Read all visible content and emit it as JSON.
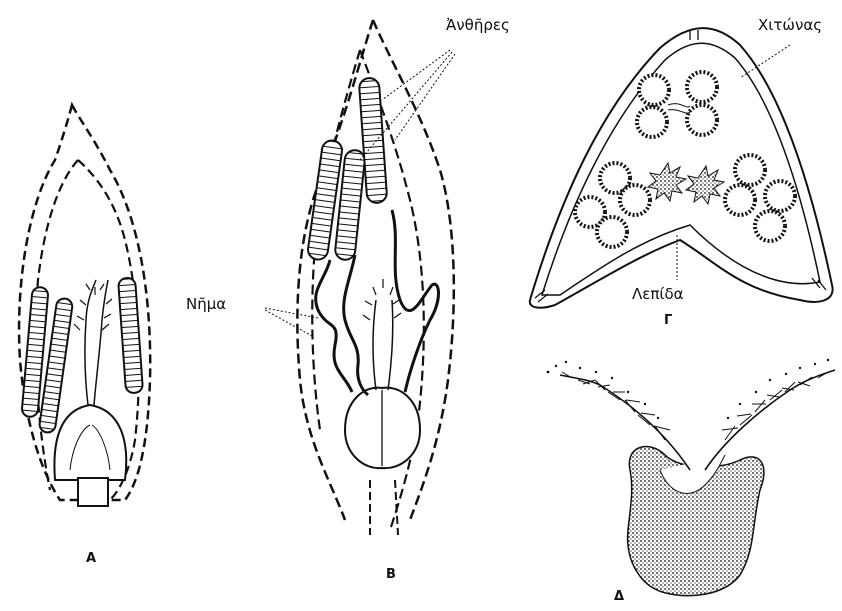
{
  "labels": {
    "anthers": "Ἀνθῆρες",
    "coat": "Χιτώνας",
    "filament": "Νῆμα",
    "scale": "Λεπίδα"
  },
  "panels": {
    "a": "Α",
    "b": "Β",
    "c": "Γ",
    "d": "Δ"
  },
  "colors": {
    "ink": "#111111",
    "paper": "#ffffff"
  }
}
